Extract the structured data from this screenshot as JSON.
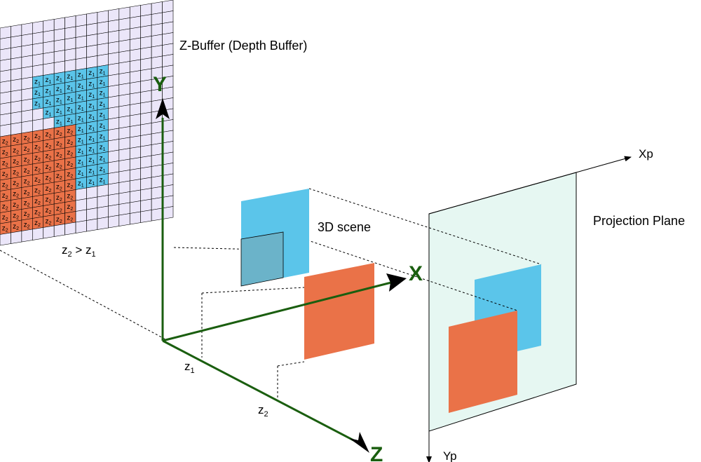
{
  "labels": {
    "zbuffer_title": "Z-Buffer (Depth Buffer)",
    "depth_relation_left": "z",
    "depth_relation_left_sub": "2",
    "depth_relation_op": " > ",
    "depth_relation_right": "z",
    "depth_relation_right_sub": "1",
    "scene_label": "3D scene",
    "projection_label": "Projection Plane",
    "axis_x": "X",
    "axis_y": "Y",
    "axis_z": "Z",
    "axis_xp": "Xp",
    "axis_yp": "Yp",
    "z1_label": "z",
    "z1_sub": "1",
    "z2_label": "z",
    "z2_sub": "2"
  },
  "cell_labels": {
    "z1": "z",
    "z1_sub": "1",
    "z2": "z",
    "z2_sub": "2"
  },
  "grid": {
    "cols": 16,
    "rows": 20,
    "blue_region": {
      "col_start": 3,
      "col_end": 9,
      "row_start": 5,
      "row_end": 15
    },
    "orange_region": {
      "col_start": 0,
      "col_end": 6,
      "row_start": 10,
      "row_end": 18
    },
    "blue_gaps": [
      [
        3,
        8
      ],
      [
        3,
        9
      ],
      [
        4,
        9
      ]
    ]
  },
  "colors": {
    "blue": "#5bc5ea",
    "blue_dark": "#6bb3c9",
    "orange": "#ea7248",
    "grid_bg": "#ebe6f9",
    "plane_bg": "#e6f7f2",
    "axis_green": "#1a5e0f",
    "line": "#000000"
  }
}
